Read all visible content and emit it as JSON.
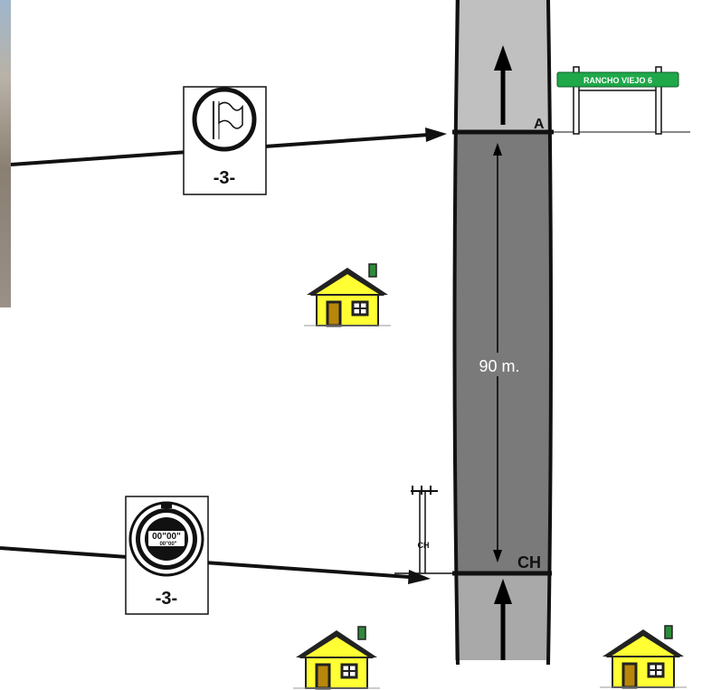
{
  "diagram": {
    "ranch_sign": {
      "text": "RANCHO VIEJO 6",
      "color": "#1fa84a"
    },
    "point_a": {
      "label": "A"
    },
    "point_ch": {
      "label": "CH"
    },
    "pole_label": "CH",
    "distance_label": "90 m.",
    "sign_top": {
      "icon": "flag-icon",
      "number": "-3-"
    },
    "sign_bottom": {
      "icon": "stopwatch-icon",
      "number": "-3-",
      "display": "00\"00\"",
      "display_sub": "00\"00\""
    },
    "colors": {
      "road_upper": "#c0c0c0",
      "road_lower": "#7a7a7a",
      "road_bottom": "#a9a9a9",
      "house_wall": "#ffff33",
      "house_roof": "#ffff33",
      "house_door": "#b8860b",
      "house_chimney": "#2e8b3a"
    }
  }
}
